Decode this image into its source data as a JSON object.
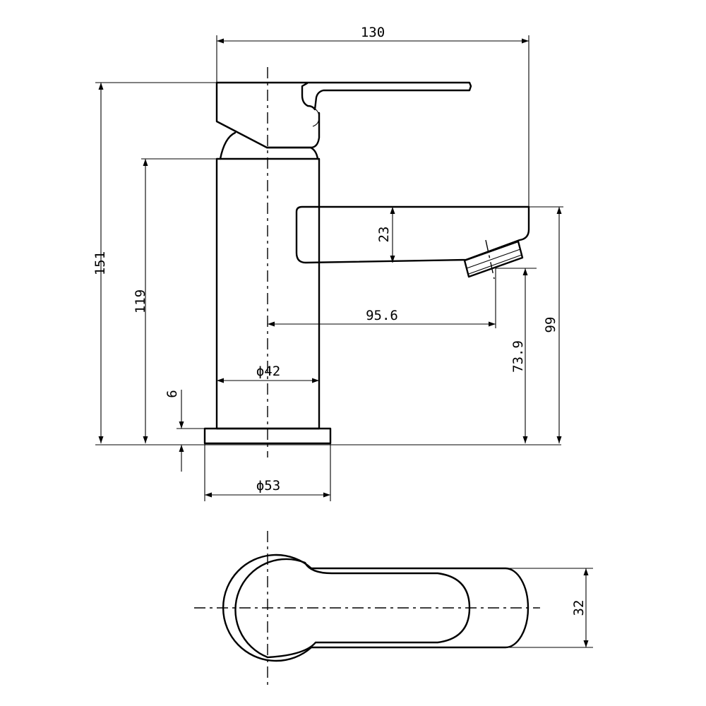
{
  "dimensions": {
    "overall_width": "130",
    "overall_height": "151",
    "body_height": "119",
    "spout_thickness": "23",
    "spout_reach": "95.6",
    "outlet_height": "73.9",
    "spout_top_height": "99",
    "body_diameter": "ϕ42",
    "base_diameter": "ϕ53",
    "base_thickness": "6",
    "handle_width": "32"
  },
  "colors": {
    "line": "#000000",
    "background": "#ffffff"
  }
}
